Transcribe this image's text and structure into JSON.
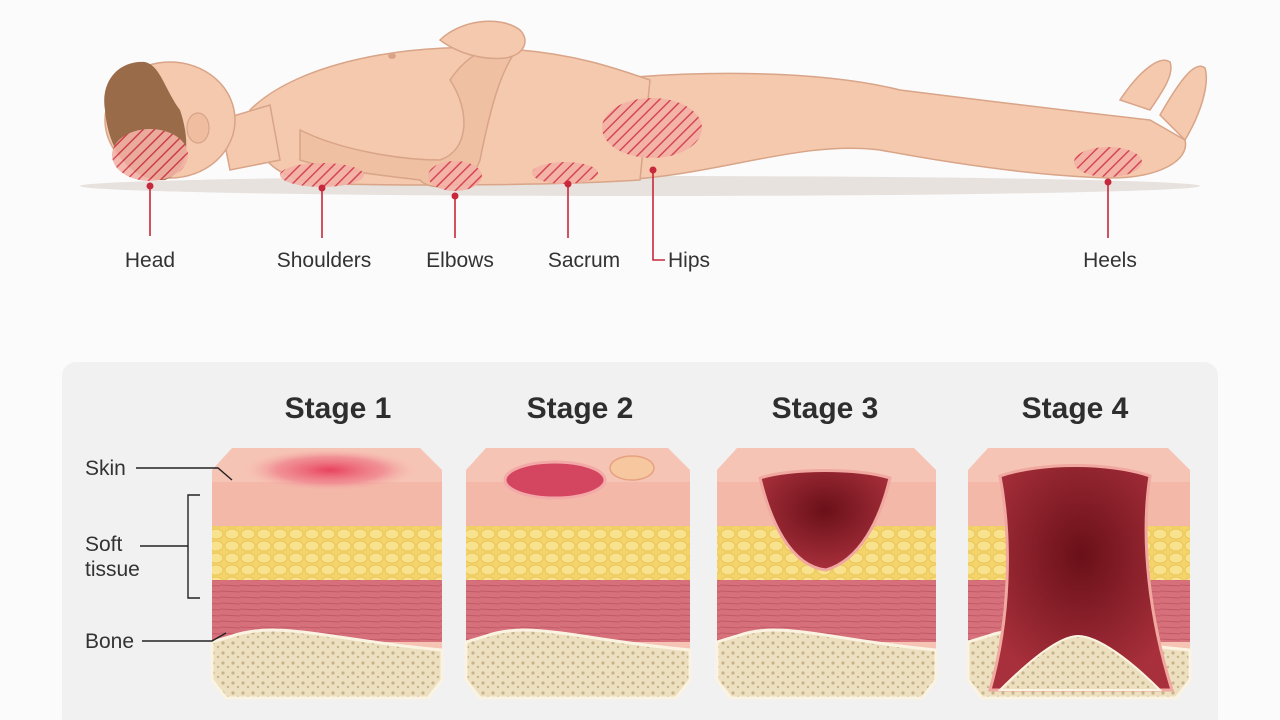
{
  "pressure_sites": [
    {
      "name": "Head"
    },
    {
      "name": "Shoulders"
    },
    {
      "name": "Elbows"
    },
    {
      "name": "Sacrum"
    },
    {
      "name": "Hips"
    },
    {
      "name": "Heels"
    }
  ],
  "stages": [
    {
      "title": "Stage 1"
    },
    {
      "title": "Stage 2"
    },
    {
      "title": "Stage 3"
    },
    {
      "title": "Stage 4"
    }
  ],
  "layers": {
    "skin": "Skin",
    "soft_tissue_line1": "Soft",
    "soft_tissue_line2": "tissue",
    "bone": "Bone"
  },
  "colors": {
    "skin_tone": "#f4c9ad",
    "pressure_marker": "#c8283c",
    "epidermis": "#f6c4b4",
    "fat": "#f6dc7a",
    "muscle": "#d9747a",
    "bone": "#efe3c6",
    "wound": "#8e1f2a"
  }
}
